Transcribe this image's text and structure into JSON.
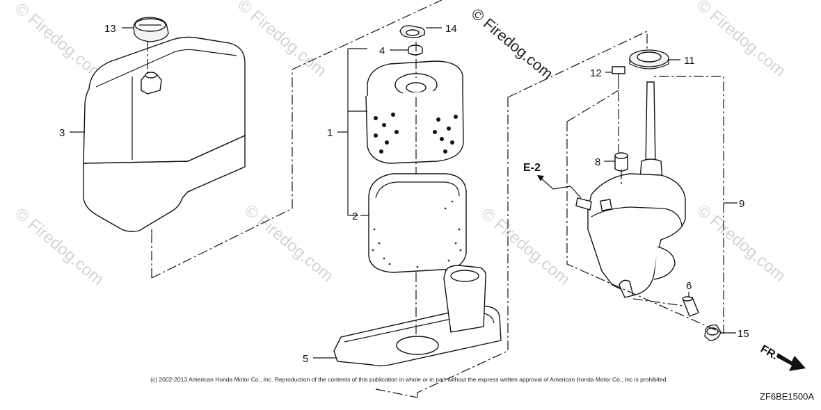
{
  "watermark": {
    "main": "© Firedog.com",
    "repeat": "© Firedog.com"
  },
  "callouts": {
    "p1": "1",
    "p2": "2",
    "p3": "3",
    "p4": "4",
    "p5": "5",
    "p6": "6",
    "p8": "8",
    "p9": "9",
    "p11": "11",
    "p12": "12",
    "p13": "13",
    "p14": "14",
    "p15": "15"
  },
  "reference_label": "E-2",
  "direction_label": "FR.",
  "copyright": "(c) 2002-2013 American Honda Motor Co., Inc. Reproduction of the contents of this publication in whole or in part without the express written approval of American Honda Motor Co., Inc is prohibited.",
  "diagram_code": "ZF6BE1500A",
  "colors": {
    "line": "#111111",
    "watermark": "#d4d4d4"
  }
}
